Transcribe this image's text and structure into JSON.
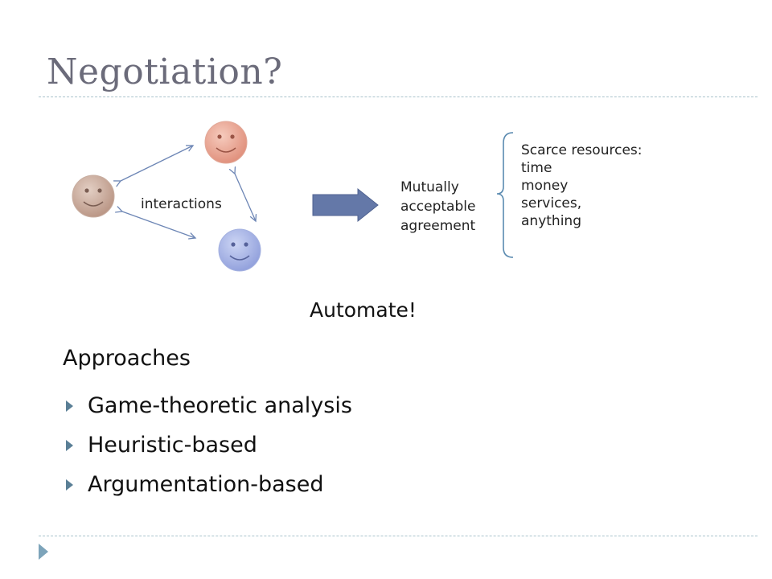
{
  "slide": {
    "title": "Negotiation?",
    "interactions_label": "interactions",
    "agreement_lines": [
      "Mutually",
      "acceptable",
      "agreement"
    ],
    "resources_lines": [
      "Scarce resources:",
      "time",
      "money",
      "services,",
      "anything"
    ],
    "automate": "Automate!",
    "approaches_heading": "Approaches",
    "approaches": [
      "Game-theoretic analysis",
      "Heuristic-based",
      "Argumentation-based"
    ]
  },
  "colors": {
    "title": "#6b6b7a",
    "agent_tan": "#c9a999",
    "agent_pink": "#e8a391",
    "agent_blue": "#a6b2e3",
    "big_arrow": "#6478a8",
    "bullet": "#5a7f96"
  },
  "icons": {
    "agents": [
      "smiley-face-icon",
      "smiley-face-icon",
      "smiley-face-icon"
    ],
    "arrow": "right-arrow-icon",
    "brace": "bracket-icon",
    "bullet": "triangle-bullet-icon"
  }
}
